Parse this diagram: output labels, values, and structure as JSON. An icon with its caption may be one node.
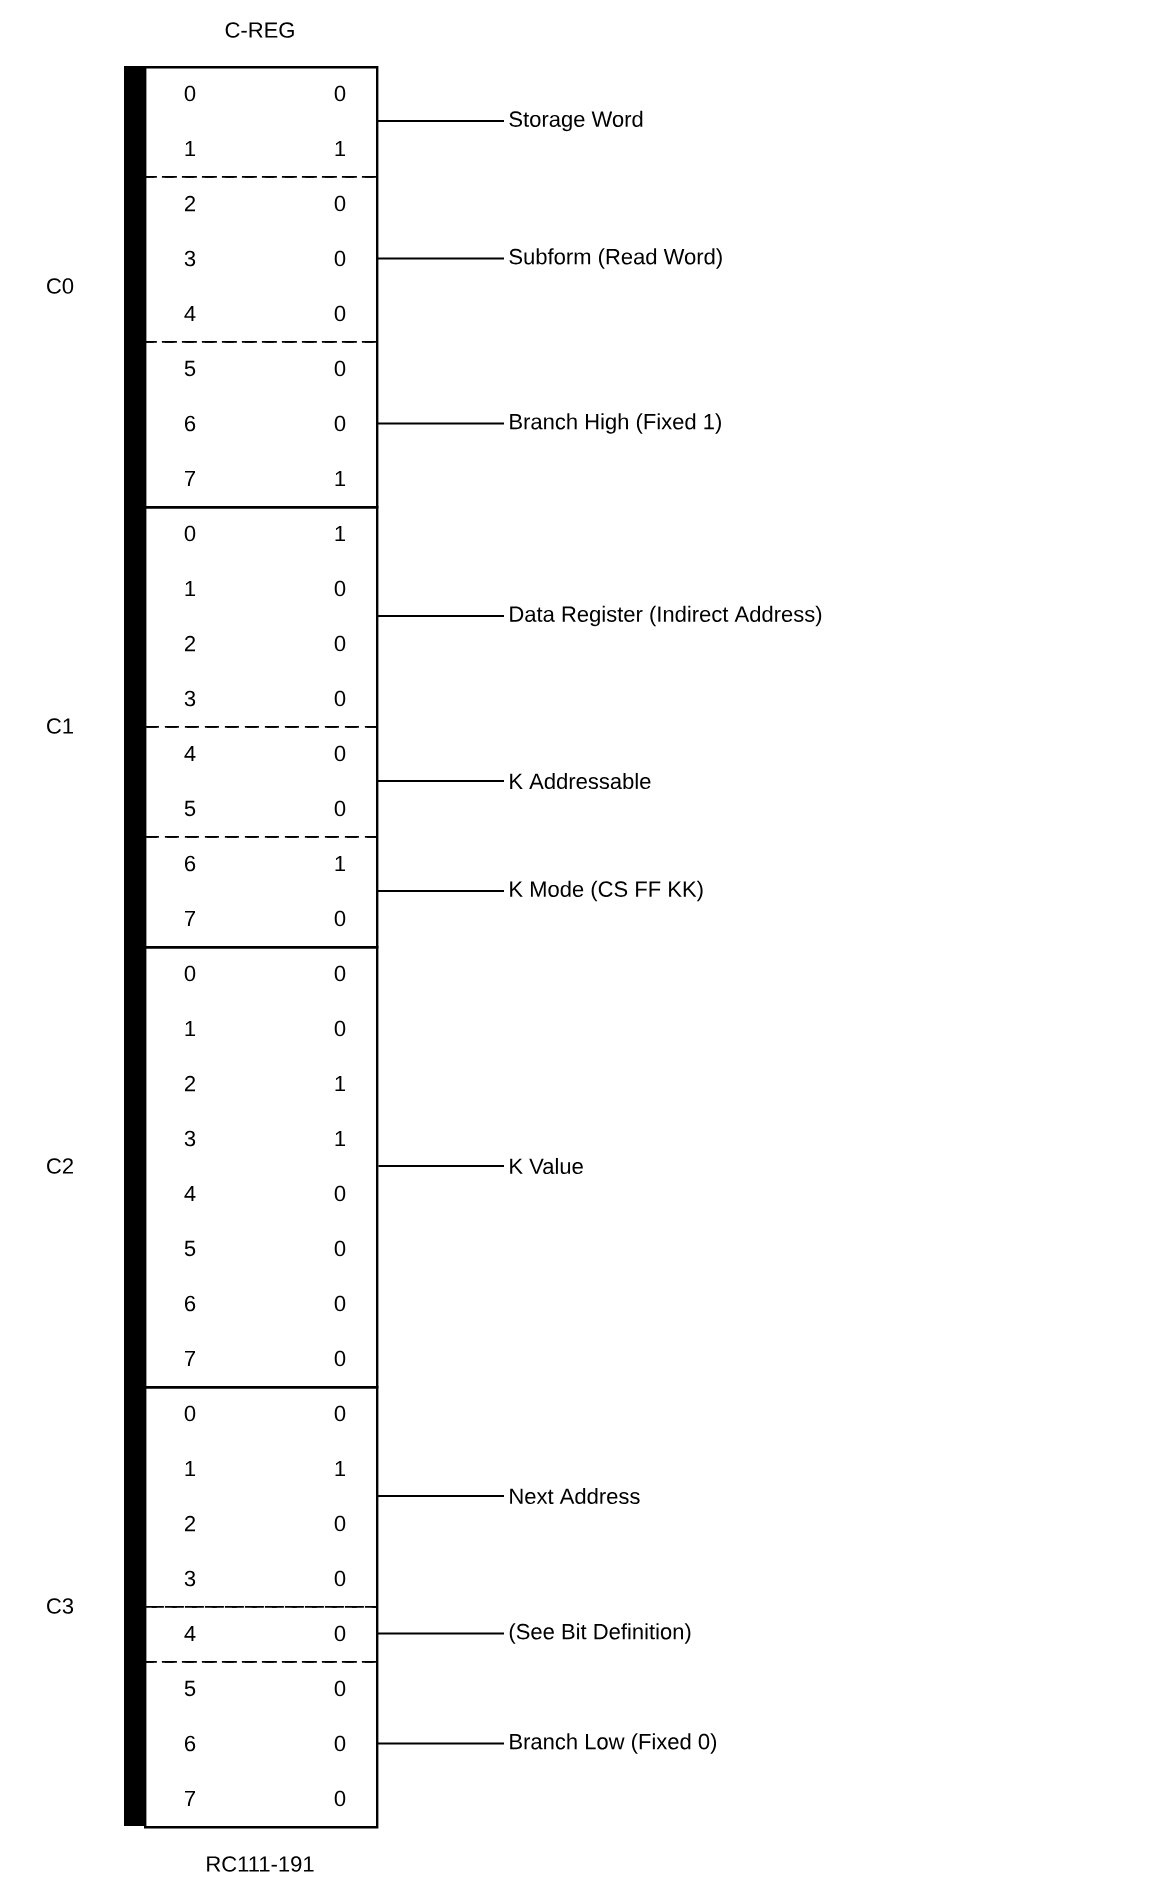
{
  "diagram": {
    "title": "C-REG",
    "caption": "RC111-191",
    "nodes": [
      {
        "text": [],
        "shape": "box",
        "beside": [
          "C0"
        ]
      },
      {
        "text": [],
        "shape": "box",
        "in": 0
      },
      {
        "text": [],
        "shape": "box",
        "in": 0
      },
      {
        "text": [],
        "shape": "box",
        "in": 0
      },
      {
        "text": [],
        "shape": "box",
        "beside": [
          "C1"
        ]
      },
      {
        "text": [],
        "shape": "box",
        "in": 4
      },
      {
        "text": [],
        "shape": "box",
        "in": 4
      },
      {
        "text": [],
        "shape": "box",
        "in": 4
      },
      {
        "text": [],
        "shape": "box",
        "beside": [
          "C2"
        ]
      },
      {
        "text": [],
        "shape": "box",
        "beside": [
          "C3"
        ]
      },
      {
        "text": [],
        "shape": "box",
        "in": 9
      },
      {
        "text": [],
        "shape": "box",
        "in": 9
      },
      {
        "text": [],
        "shape": "box",
        "in": 9
      },
      {
        "text": [
          "Storage Word"
        ]
      },
      {
        "text": [
          "Subform (Read Word)"
        ]
      },
      {
        "text": [
          "Branch High (Fixed 1)"
        ]
      },
      {
        "text": [
          "Data Register (Indirect Address)"
        ]
      },
      {
        "text": [
          "K Addressable"
        ]
      },
      {
        "text": [
          "K Mode (CS FF KK)"
        ]
      },
      {
        "text": [
          "K Value"
        ]
      },
      {
        "text": [
          "Next Address"
        ]
      },
      {
        "text": [
          "(See Bit Definition)"
        ]
      },
      {
        "text": [
          "Branch Low (Fixed 0)"
        ]
      }
    ],
    "edges": [
      {
        "from": 13,
        "to": 1,
        "arrow": "none"
      },
      {
        "from": 14,
        "to": 2,
        "arrow": "none"
      },
      {
        "from": 15,
        "to": 3,
        "arrow": "none"
      },
      {
        "from": 16,
        "to": 5,
        "arrow": "none"
      },
      {
        "from": 17,
        "to": 6,
        "arrow": "none"
      },
      {
        "from": 18,
        "to": 7,
        "arrow": "none"
      },
      {
        "from": 19,
        "to": 8,
        "arrow": "none"
      },
      {
        "from": 20,
        "to": 10,
        "arrow": "none"
      },
      {
        "from": 21,
        "to": 11,
        "arrow": "none"
      },
      {
        "from": 22,
        "to": 12,
        "arrow": "none"
      }
    ],
    "labels": [
      "0",
      "0",
      "1",
      "1",
      "2",
      "0",
      "3",
      "0",
      "4",
      "0",
      "5",
      "0",
      "6",
      "0",
      "7",
      "1",
      "0",
      "1",
      "1",
      "0",
      "2",
      "0",
      "3",
      "0",
      "4",
      "0",
      "5",
      "0",
      "6",
      "1",
      "7",
      "0",
      "0",
      "0",
      "1",
      "0",
      "2",
      "1",
      "3",
      "1",
      "4",
      "0",
      "5",
      "0",
      "6",
      "0",
      "7",
      "0",
      "0",
      "0",
      "1",
      "1",
      "2",
      "0",
      "3",
      "0",
      "4",
      "0",
      "5",
      "0",
      "6",
      "0",
      "7",
      "0"
    ]
  }
}
